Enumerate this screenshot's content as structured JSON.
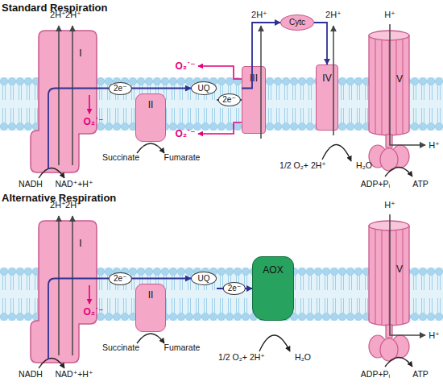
{
  "diagram": {
    "nodes": [
      {
        "text": [
          "I"
        ]
      },
      {
        "text": [
          "II"
        ]
      },
      {
        "text": [
          "UQ"
        ]
      },
      {
        "text": [
          "III"
        ]
      },
      {
        "text": [
          "Cytc"
        ]
      },
      {
        "text": [
          "IV"
        ]
      },
      {
        "text": [
          "V"
        ]
      },
      {
        "text": [
          "I"
        ]
      },
      {
        "text": [
          "II"
        ]
      },
      {
        "text": [
          "UQ"
        ]
      },
      {
        "text": [
          "AOX"
        ]
      },
      {
        "text": [
          "V"
        ]
      }
    ],
    "edges": [
      {
        "from": 0,
        "to": 2,
        "label": "2e⁻",
        "arrow": "to"
      },
      {
        "from": 2,
        "to": 3,
        "label": "2e⁻",
        "arrow": "none"
      },
      {
        "from": 3,
        "to": 4,
        "arrow": "to"
      },
      {
        "from": 4,
        "to": 5,
        "arrow": "to"
      },
      {
        "from": 7,
        "to": 9,
        "label": "2e⁻",
        "arrow": "to"
      },
      {
        "from": 9,
        "to": 10,
        "label": "2e⁻",
        "arrow": "to"
      }
    ],
    "labels": [
      "Standard Respiration",
      "2H⁺",
      "2H⁺",
      "O₂˙⁻",
      "2H⁺",
      "O₂˙⁻",
      "O₂˙⁻",
      "2H⁺",
      "H⁺",
      "H⁺",
      "NADH",
      "NAD⁺+H⁺",
      "Succinate",
      "Fumarate",
      "1/2 O₂+ 2H⁺",
      "H₂O",
      "ADP+Pᵢ",
      "ATP",
      "Alternative Respiration",
      "2H⁺",
      "2H⁺",
      "O₂˙⁻",
      "H⁺",
      "H⁺",
      "NADH",
      "NAD⁺+H⁺",
      "Succinate",
      "Fumarate",
      "1/2 O₂+ 2H⁺",
      "H₂O",
      "ADP+Pᵢ",
      "ATP"
    ]
  }
}
